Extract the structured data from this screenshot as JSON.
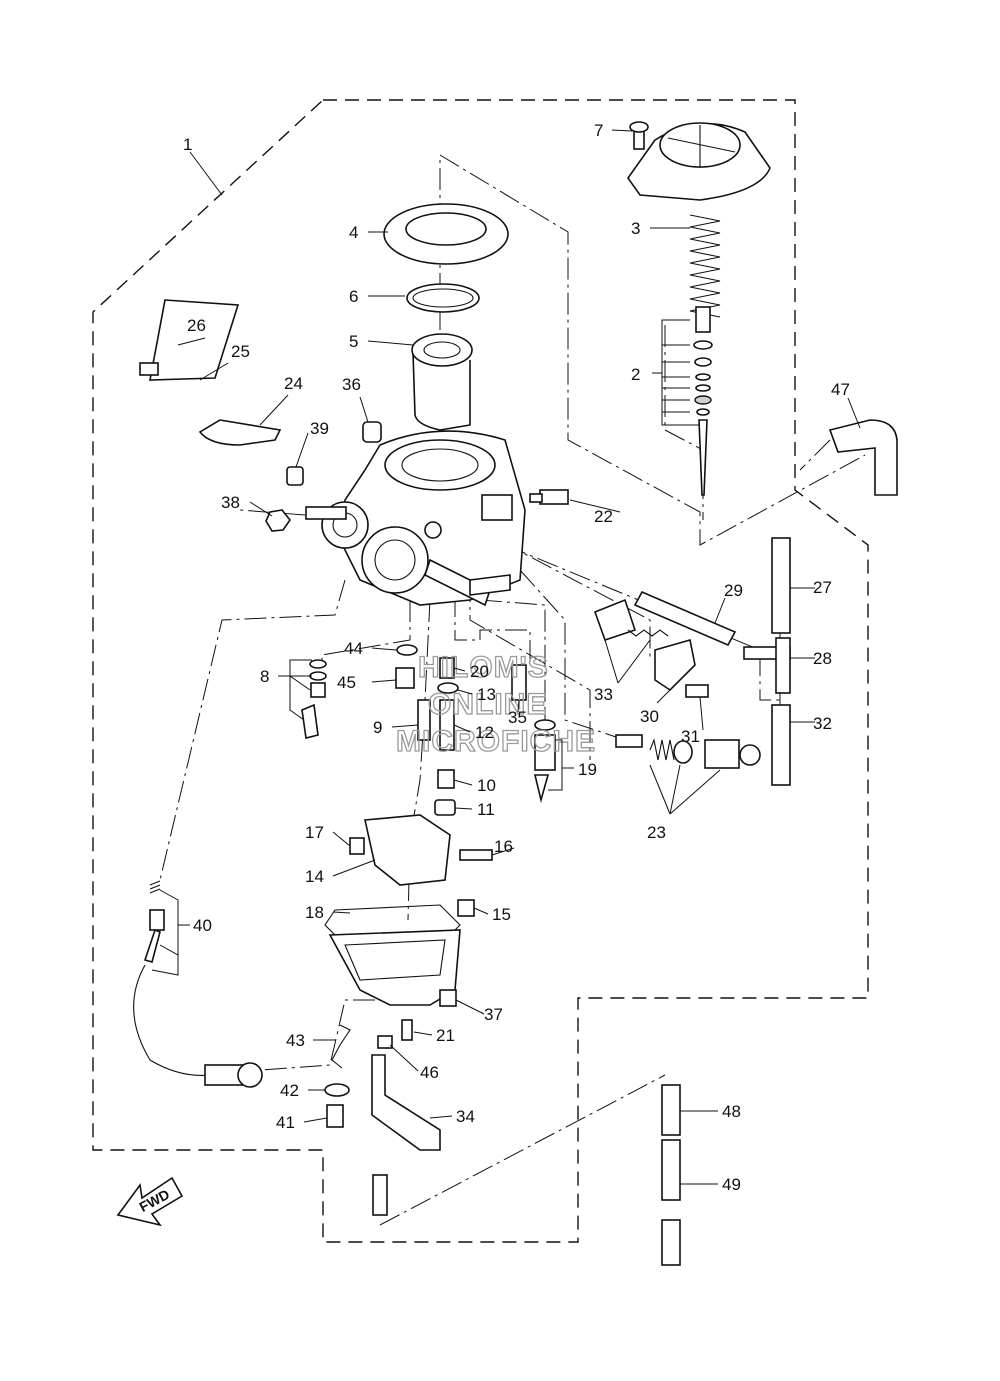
{
  "diagram": {
    "watermark": [
      "HILOM'S",
      "ONLINE",
      "MICROFICHE"
    ],
    "direction_label": "FWD",
    "callouts": [
      "1",
      "2",
      "3",
      "4",
      "5",
      "6",
      "7",
      "8",
      "9",
      "10",
      "11",
      "12",
      "13",
      "14",
      "15",
      "16",
      "17",
      "18",
      "19",
      "20",
      "21",
      "22",
      "23",
      "24",
      "25",
      "26",
      "27",
      "28",
      "29",
      "30",
      "31",
      "32",
      "33",
      "34",
      "35",
      "36",
      "37",
      "38",
      "39",
      "40",
      "41",
      "42",
      "43",
      "44",
      "45",
      "46",
      "47",
      "48",
      "49"
    ]
  }
}
